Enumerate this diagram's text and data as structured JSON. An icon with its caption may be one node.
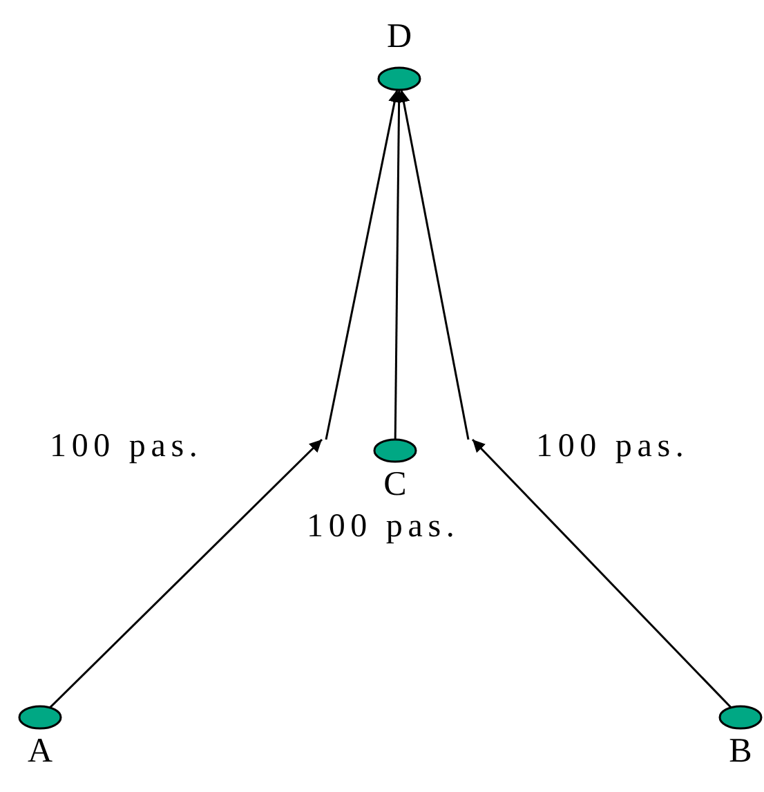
{
  "diagram": {
    "nodes": [
      {
        "text": [
          "D"
        ]
      },
      {
        "text": [
          "C"
        ]
      },
      {
        "text": [
          "A"
        ]
      },
      {
        "text": [
          "B"
        ]
      }
    ],
    "edges": [
      {
        "from": 2,
        "to": null,
        "arrow": "to"
      },
      {
        "from": null,
        "to": 0,
        "arrow": "to"
      },
      {
        "from": 1,
        "to": 0,
        "arrow": "to"
      },
      {
        "from": 3,
        "to": null,
        "arrow": "to"
      },
      {
        "from": null,
        "to": 0,
        "arrow": "to"
      }
    ],
    "labels": [
      "100 pas.",
      "100 pas.",
      "100 pas."
    ]
  }
}
